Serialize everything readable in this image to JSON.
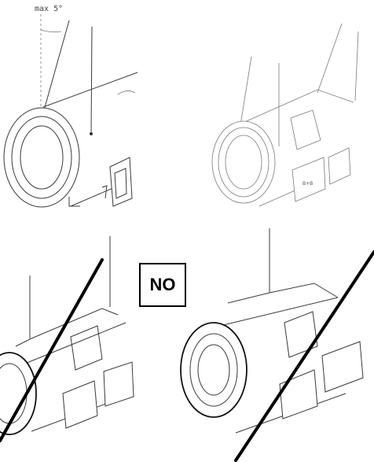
{
  "annotations": {
    "angle_label": "max 5°",
    "no_label": "NO",
    "panel_label": "B+B"
  }
}
